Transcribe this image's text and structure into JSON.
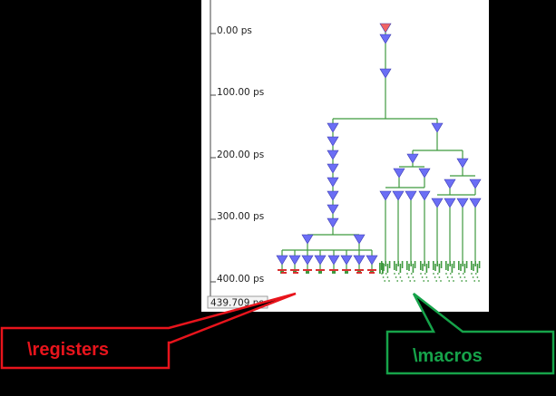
{
  "timeline": {
    "ticks": [
      "0.00 ps",
      "100.00 ps",
      "200.00 ps",
      "300.00 ps",
      "400.00 ps"
    ],
    "max_label": "439.709 ps"
  },
  "callouts": {
    "registers": {
      "label": "\\registers",
      "color": "#e8141c"
    },
    "macros": {
      "label": "\\macros",
      "color": "#16a34a"
    }
  },
  "colors": {
    "buffer": "#6b6ef5",
    "root": "#f06464",
    "wire": "#3f9a3f",
    "register": "#d93030"
  }
}
